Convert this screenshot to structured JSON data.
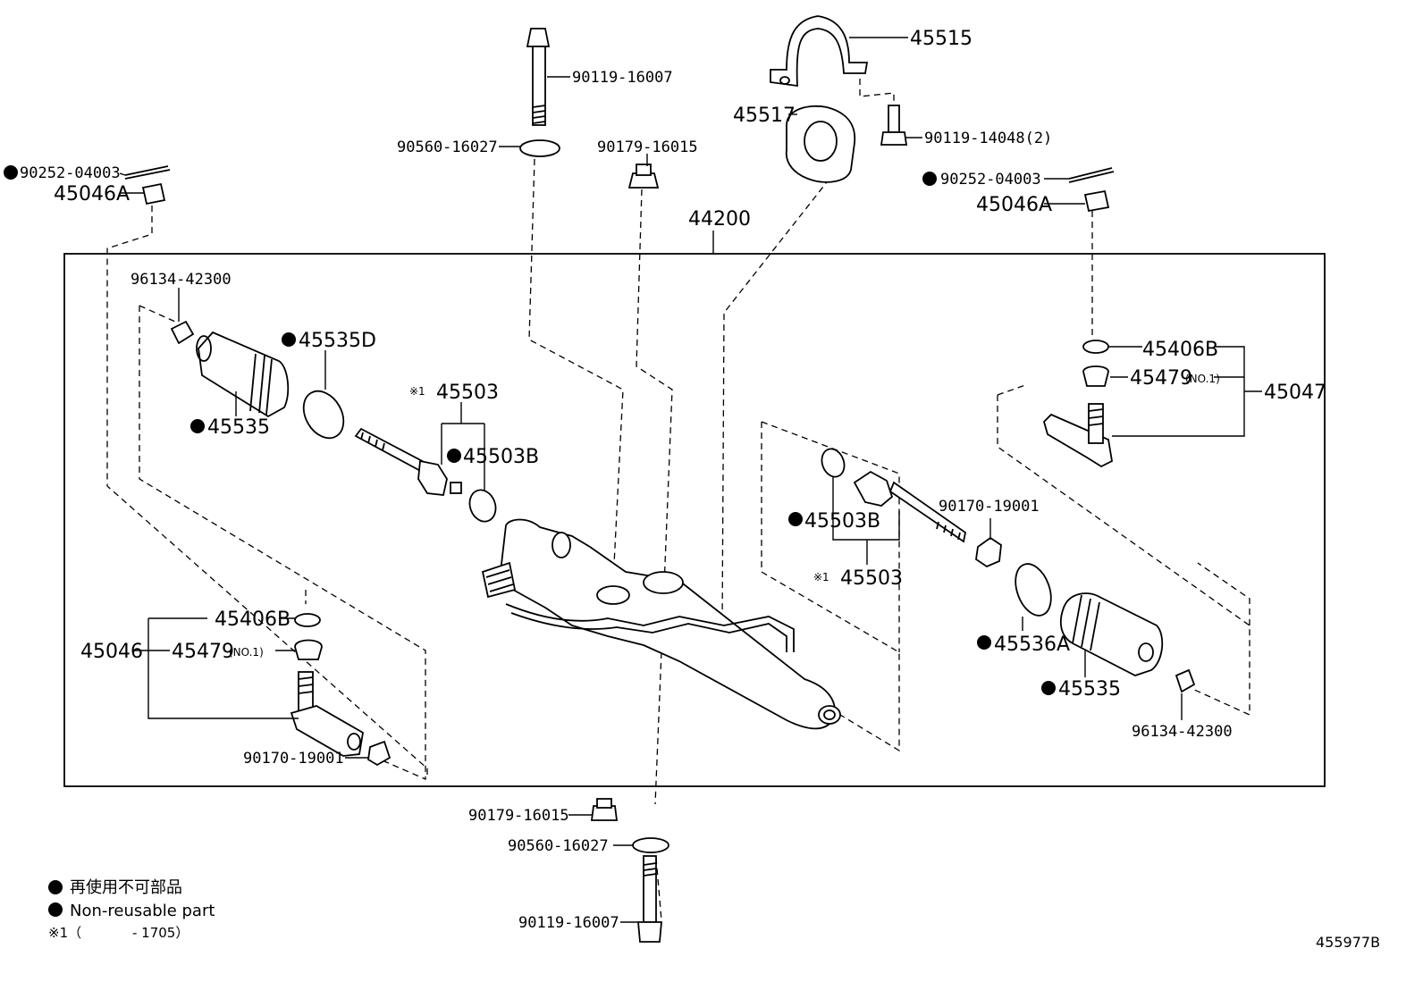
{
  "labels": {
    "p45515": "45515",
    "p90119_16007_top": "90119-16007",
    "p45517": "45517",
    "p90119_14048": "90119-14048(2)",
    "p90560_16027_top": "90560-16027",
    "p90179_16015_top": "90179-16015",
    "p90252_04003_left": "90252-04003",
    "p45046A_left": "45046A",
    "p90252_04003_right": "90252-04003",
    "p45046A_right": "45046A",
    "p44200": "44200",
    "p96134_42300_left": "96134-42300",
    "p45535D": "45535D",
    "p45535_left": "45535",
    "p45503_left": "45503",
    "p45503B_left": "45503B",
    "p45406B_right": "45406B",
    "p45479_right": "45479",
    "p45479_right_suffix": "(NO.1)",
    "p45047": "45047",
    "p45503B_right": "45503B",
    "p45503_right": "45503",
    "p90170_19001_right": "90170-19001",
    "p45536A": "45536A",
    "p45535_right": "45535",
    "p96134_42300_right": "96134-42300",
    "p45406B_left": "45406B",
    "p45046": "45046",
    "p45479_left": "45479",
    "p45479_left_suffix": "(NO.1)",
    "p90170_19001_left": "90170-19001",
    "p90179_16015_bottom": "90179-16015",
    "p90560_16027_bottom": "90560-16027",
    "p90119_16007_bottom": "90119-16007",
    "ref_mark": "※1"
  },
  "legend": {
    "japanese": "再使用不可部品",
    "english": "Non-reusable part",
    "note_prefix": "※1（",
    "note_range": "- 1705）"
  },
  "diagram_id": "455977B",
  "colors": {
    "ink": "#000000",
    "paper": "#ffffff"
  }
}
